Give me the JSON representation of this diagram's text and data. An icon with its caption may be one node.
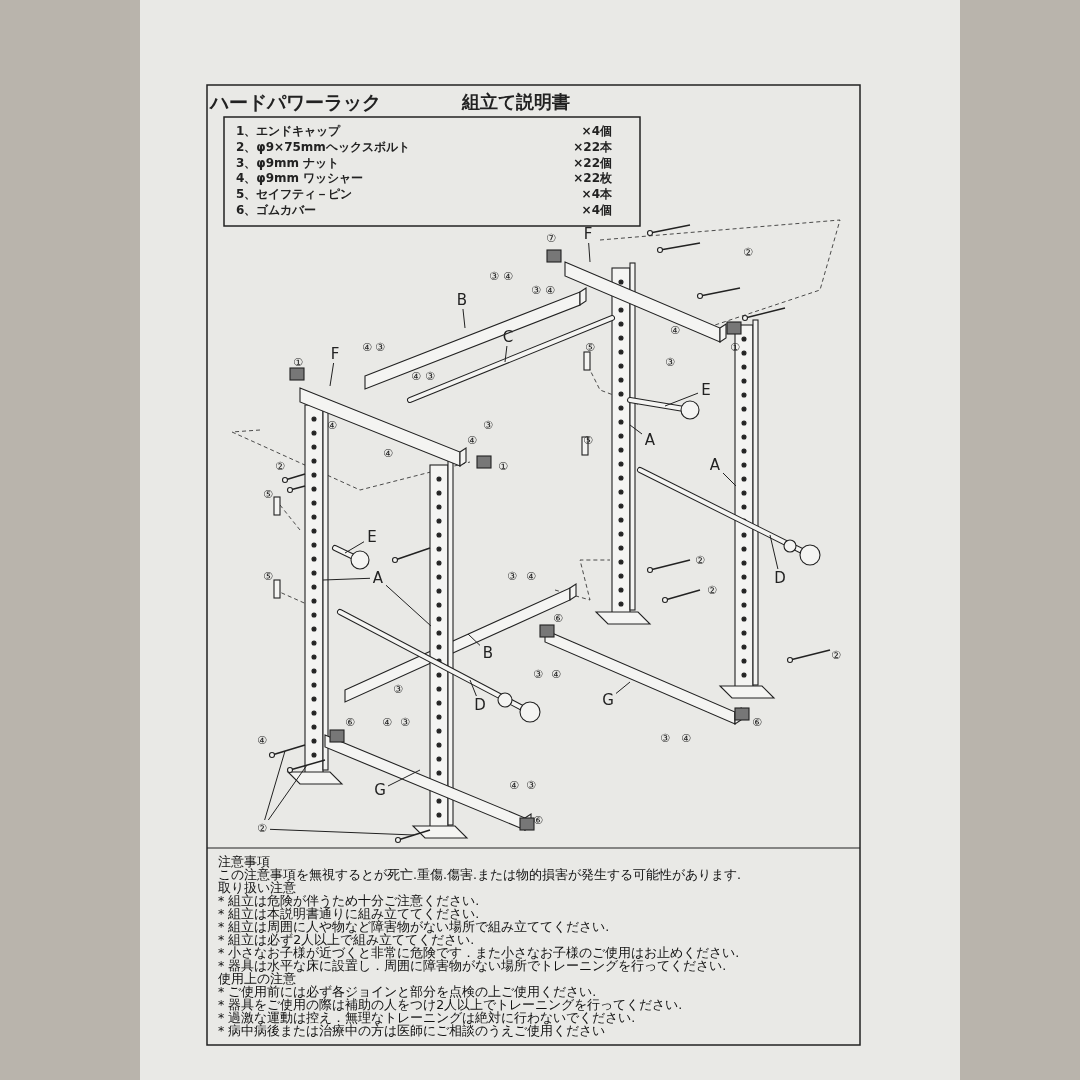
{
  "diagram": {
    "title": "ハードパワーラック",
    "nodes": [
      {
        "text": [
          "F"
        ]
      },
      {
        "text": [
          "B"
        ]
      },
      {
        "text": [
          "C"
        ]
      },
      {
        "text": [
          "F"
        ]
      },
      {
        "text": [
          "E"
        ]
      },
      {
        "text": [
          "A"
        ]
      },
      {
        "text": [
          "A"
        ]
      },
      {
        "text": [
          "E"
        ]
      },
      {
        "text": [
          "A"
        ]
      },
      {
        "text": [
          "D"
        ]
      },
      {
        "text": [
          "B"
        ]
      },
      {
        "text": [
          "G"
        ]
      },
      {
        "text": [
          "D"
        ]
      },
      {
        "text": [
          "G"
        ]
      },
      {
        "text": [
          "②"
        ]
      }
    ],
    "edges": [
      {
        "from": 0,
        "to": null,
        "arrow": "none"
      },
      {
        "from": 1,
        "to": null,
        "arrow": "none"
      },
      {
        "from": 2,
        "to": null,
        "arrow": "none"
      },
      {
        "from": 3,
        "to": null,
        "arrow": "none"
      },
      {
        "from": 4,
        "to": null,
        "arrow": "none"
      },
      {
        "from": 5,
        "to": null,
        "arrow": "none"
      },
      {
        "from": 6,
        "to": null,
        "arrow": "none"
      },
      {
        "from": 7,
        "to": null,
        "arrow": "none"
      },
      {
        "from": 8,
        "to": null,
        "arrow": "none"
      },
      {
        "from": 8,
        "to": null,
        "arrow": "none"
      },
      {
        "from": 9,
        "to": null,
        "arrow": "none"
      },
      {
        "from": 10,
        "to": null,
        "arrow": "none"
      },
      {
        "from": 11,
        "to": null,
        "arrow": "none"
      },
      {
        "from": 12,
        "to": null,
        "arrow": "none"
      },
      {
        "from": 13,
        "to": null,
        "arrow": "none"
      },
      {
        "from": 14,
        "to": null,
        "arrow": "none"
      },
      {
        "from": 14,
        "to": null,
        "arrow": "none"
      },
      {
        "from": 14,
        "to": null,
        "arrow": "none"
      }
    ],
    "labels": [
      "組立て説明書",
      "1、エンドキャップ",
      "×4個",
      "2、φ9×75mmヘックスボルト",
      "×22本",
      "3、φ9mm ナット",
      "×22個",
      "4、φ9mm ワッシャー",
      "×22枚",
      "5、セイフティ－ピン",
      "×4本",
      "6、ゴムカバー",
      "×4個",
      "⑦",
      "②",
      "③",
      "④",
      "③",
      "④",
      "④",
      "④",
      "③",
      "⑤",
      "①",
      "①",
      "③",
      "④",
      "③",
      "④",
      "③",
      "④",
      "⑤",
      "④",
      "②",
      "①",
      "⑤",
      "②",
      "⑤",
      "③",
      "④",
      "②",
      "⑥",
      "②",
      "③",
      "④",
      "③",
      "⑥",
      "④",
      "③",
      "⑥",
      "④",
      "③",
      "④",
      "④",
      "③",
      "⑥",
      "注意事項",
      "この注意事項を無視するとが死亡.重傷.傷害.または物的損害が発生する可能性があります.",
      "取り扱い注意",
      "* 組立は危険が伴うため十分ご注意ください.",
      "* 組立は本説明書通りに組み立ててください.",
      "* 組立は周囲に人や物など障害物がない場所で組み立ててください.",
      "* 組立は必ず2人以上で組み立ててください.",
      "* 小さなお子様が近づくと非常に危険です．また小さなお子様のご使用はお止めください.",
      "* 器具は水平な床に設置し．周囲に障害物がない場所でトレーニングを行ってください.",
      "使用上の注意",
      "* ご使用前には必ず各ジョインと部分を点検の上ご使用ください.",
      "* 器具をご使用の際は補助の人をつけ2人以上でトレーニングを行ってください.",
      "* 過激な運動は控え．無理なトレーニングは絶対に行わないでください.",
      "* 病中病後または治療中の方は医師にご相談のうえご使用ください"
    ]
  }
}
